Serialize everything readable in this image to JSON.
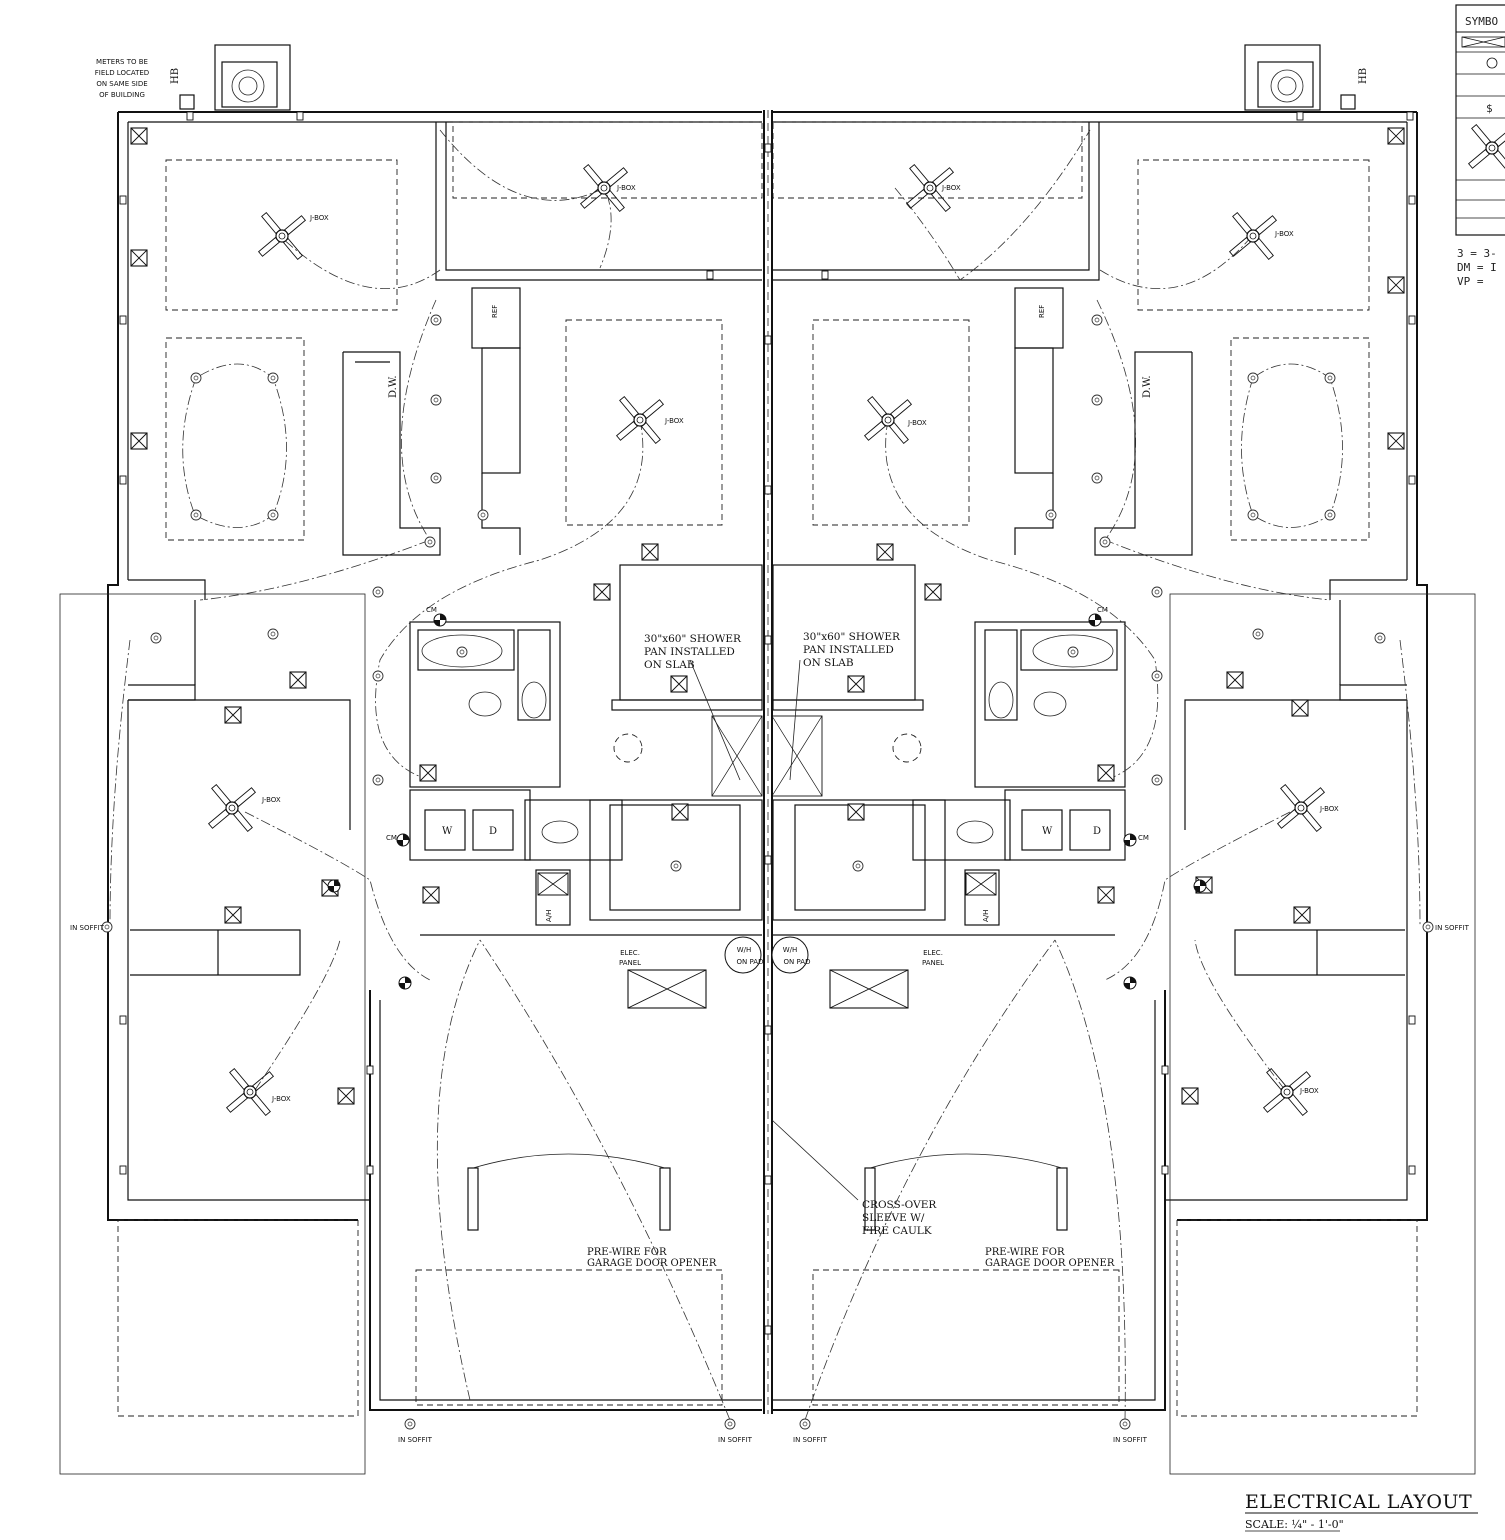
{
  "title": "ELECTRICAL LAYOUT",
  "scale": "SCALE: ¼\" - 1'-0\"",
  "meters_note": [
    "METERS TO BE",
    "FIELD LOCATED",
    "ON SAME SIDE",
    "OF BUILDING"
  ],
  "hb_label": "HB",
  "jbox_label": "J-BOX",
  "ref_label": "REF",
  "dw_label": "D.W.",
  "shower_note": [
    "30\"x60\" SHOWER",
    "PAN INSTALLED",
    "ON SLAB"
  ],
  "washer_label": "W",
  "dryer_label": "D",
  "cm_label": "CM",
  "ah_label": "A/H",
  "elec_panel": [
    "ELEC.",
    "PANEL"
  ],
  "wh_label": [
    "W/H",
    "ON PAD"
  ],
  "crossover_note": [
    "CROSS-OVER",
    "SLEEVE W/",
    "FIRE CAULK"
  ],
  "garage_note": [
    "PRE-WIRE FOR",
    "GARAGE DOOR OPENER"
  ],
  "soffit_label": "IN SOFFIT",
  "legend": {
    "header": "SYMBO",
    "notes": [
      "3 = 3-",
      "DM = I",
      "VP = "
    ]
  }
}
